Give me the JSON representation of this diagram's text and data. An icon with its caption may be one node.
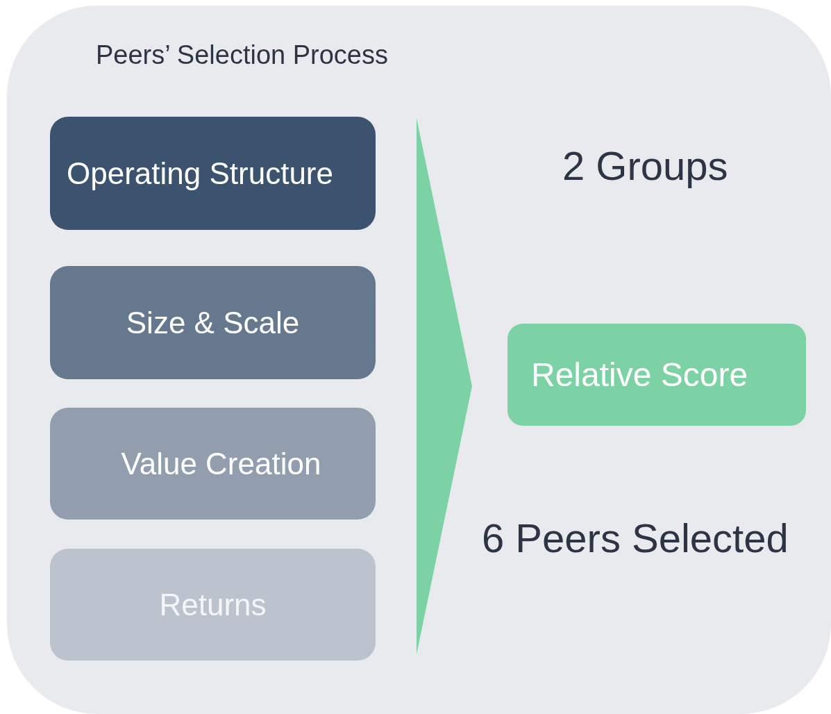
{
  "diagram": {
    "nodes": [
      {
        "text": [
          "Peers’ Selection Process"
        ]
      },
      {
        "text": [
          "Operating Structure"
        ],
        "in": 0
      },
      {
        "text": [
          "Size & Scale"
        ],
        "in": 0
      },
      {
        "text": [
          "Value Creation"
        ],
        "in": 0
      },
      {
        "text": [
          "Returns"
        ],
        "in": 0
      },
      {
        "text": [
          "Relative Score"
        ],
        "in": 0
      }
    ],
    "labels": [
      "2 Groups",
      "6 Peers Selected"
    ]
  }
}
